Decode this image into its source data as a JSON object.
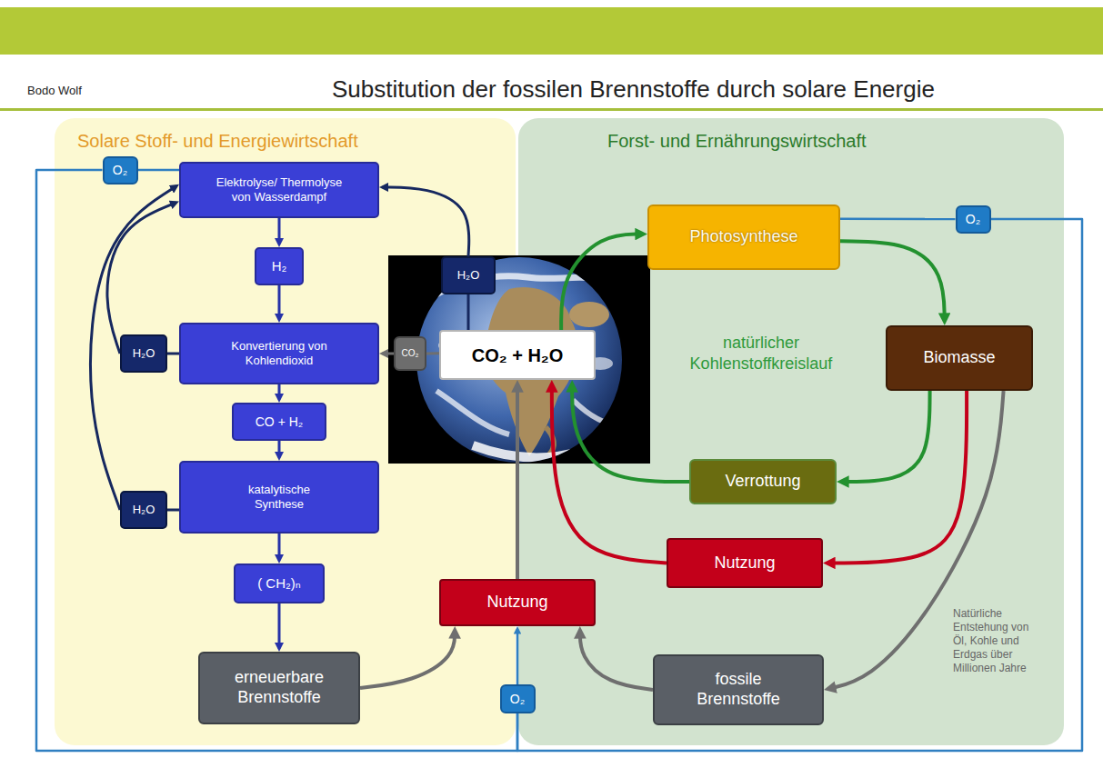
{
  "diagram": {
    "title": "Substitution der fossilen Brennstoffe durch solare Energie",
    "nodes": [
      {
        "text": [
          "Solare Stoff- und Energiewirtschaft"
        ]
      },
      {
        "text": [
          "O₂"
        ],
        "in": 0
      },
      {
        "text": [
          "Elektrolyse/ Thermolyse von Wasserdampf"
        ],
        "in": 0
      },
      {
        "text": [
          "H₂"
        ],
        "in": 0
      },
      {
        "text": [
          "H₂O"
        ],
        "in": 0
      },
      {
        "text": [
          "Konvertierung von Kohlendioxid"
        ],
        "in": 0
      },
      {
        "text": [
          "CO + H₂"
        ],
        "in": 0
      },
      {
        "text": [
          "H₂O"
        ],
        "in": 0
      },
      {
        "text": [
          "katalytische Synthese"
        ],
        "in": 0
      },
      {
        "text": [
          "( CH₂)ₙ"
        ],
        "in": 0
      },
      {
        "text": [
          "erneuerbare Brennstoffe"
        ],
        "in": 0
      },
      {
        "text": [
          "H₂O"
        ]
      },
      {
        "text": [
          "CO₂"
        ]
      },
      {
        "text": [
          "CO₂ + H₂O"
        ]
      },
      {
        "text": [
          "Nutzung"
        ]
      },
      {
        "text": [
          "O₂"
        ]
      },
      {
        "text": [
          "Forst- und Ernährungswirtschaft"
        ]
      },
      {
        "text": [
          "O₂"
        ],
        "in": 16
      },
      {
        "text": [
          "Photosynthese"
        ],
        "in": 16
      },
      {
        "text": [
          "Biomasse"
        ],
        "in": 16
      },
      {
        "text": [
          "Verrottung"
        ],
        "in": 16
      },
      {
        "text": [
          "Nutzung"
        ],
        "in": 16
      },
      {
        "text": [
          "fossile Brennstoffe"
        ],
        "in": 16
      }
    ],
    "edges": [
      {
        "from": 1,
        "to": 2,
        "arrow": "none"
      },
      {
        "from": 2,
        "to": 3,
        "arrow": "to"
      },
      {
        "from": 3,
        "to": 5,
        "arrow": "to"
      },
      {
        "from": 5,
        "to": 6,
        "arrow": "to"
      },
      {
        "from": 6,
        "to": 8,
        "arrow": "to"
      },
      {
        "from": 8,
        "to": 9,
        "arrow": "to"
      },
      {
        "from": 9,
        "to": 10,
        "arrow": "to"
      },
      {
        "from": 4,
        "to": 5,
        "arrow": "none"
      },
      {
        "from": 4,
        "to": 2,
        "arrow": "to"
      },
      {
        "from": 7,
        "to": 8,
        "arrow": "none"
      },
      {
        "from": 7,
        "to": 2,
        "arrow": "to"
      },
      {
        "from": 13,
        "to": 11,
        "arrow": "none"
      },
      {
        "from": 11,
        "to": 2,
        "arrow": "to"
      },
      {
        "from": 13,
        "to": 12,
        "arrow": "none"
      },
      {
        "from": 12,
        "to": 5,
        "arrow": "to"
      },
      {
        "from": 10,
        "to": 14,
        "arrow": "to"
      },
      {
        "from": 22,
        "to": 14,
        "arrow": "to"
      },
      {
        "from": 15,
        "to": 14,
        "arrow": "to"
      },
      {
        "from": 14,
        "to": 13,
        "arrow": "to"
      },
      {
        "from": 1,
        "to": 15,
        "arrow": "none"
      },
      {
        "from": 13,
        "to": 18,
        "arrow": "to"
      },
      {
        "from": 18,
        "to": 19,
        "arrow": "to"
      },
      {
        "from": 19,
        "to": 20,
        "arrow": "to"
      },
      {
        "from": 20,
        "to": 13,
        "arrow": "to"
      },
      {
        "from": 19,
        "to": 21,
        "arrow": "to"
      },
      {
        "from": 21,
        "to": 13,
        "arrow": "to"
      },
      {
        "from": 19,
        "to": 22,
        "arrow": "to"
      },
      {
        "from": 18,
        "to": 17,
        "arrow": "none"
      },
      {
        "from": 17,
        "to": 15,
        "arrow": "none"
      }
    ],
    "labels": [
      "Bodo Wolf",
      "natürlicher Kohlenstoffkreislauf",
      "Natürliche Entstehung von Öl, Kohle und Erdgas über Millionen Jahre"
    ]
  }
}
